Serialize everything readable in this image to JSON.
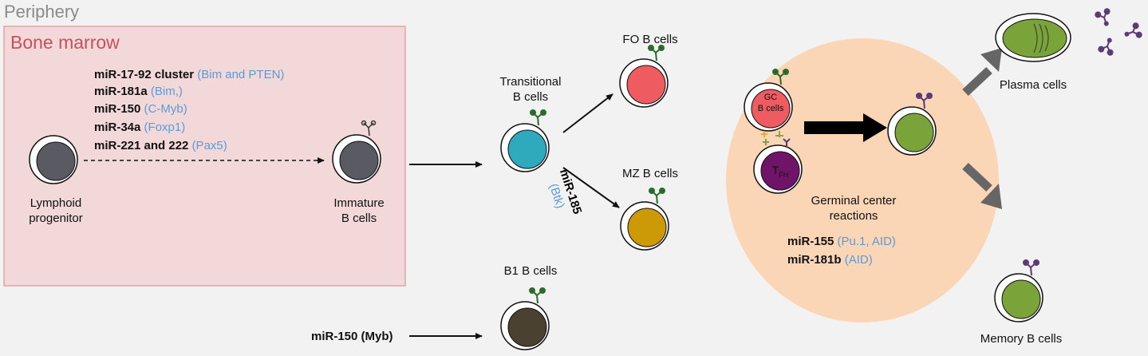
{
  "regions": {
    "periphery": "Periphery",
    "bone_marrow": "Bone marrow"
  },
  "bone_marrow_mirnas": [
    {
      "mirna": "miR-17-92 cluster",
      "target": "(Bim and PTEN)"
    },
    {
      "mirna": "miR-181a",
      "target": "(Bim,)"
    },
    {
      "mirna": "miR-150",
      "target": "(C-Myb)"
    },
    {
      "mirna": "miR-34a",
      "target": "(Foxp1)"
    },
    {
      "mirna": "miR-221 and 222",
      "target": "(Pax5)"
    }
  ],
  "cells": {
    "lymphoid_progenitor": {
      "line1": "Lymphoid",
      "line2": "progenitor",
      "color": "#5a5a62"
    },
    "immature_b": {
      "line1": "Immature",
      "line2": "B cells",
      "color": "#5a5a62"
    },
    "transitional_b": {
      "line1": "Transitional",
      "line2": "B cells",
      "color": "#2fa9bd"
    },
    "fo_b": {
      "label": "FO B cells",
      "color": "#ee5c62"
    },
    "mz_b": {
      "label": "MZ B cells",
      "color": "#cc9a07"
    },
    "b1_b": {
      "label": "B1 B cells",
      "color": "#4b4130"
    },
    "gc_b": {
      "line1": "GC",
      "line2": "B cells",
      "color": "#ee5c62"
    },
    "tfh": {
      "main": "T",
      "sub": "FH",
      "color": "#70146a"
    },
    "activated_b": {
      "color": "#7aa33a"
    },
    "plasma": {
      "label": "Plasma cells",
      "color": "#7aa33a"
    },
    "memory_b": {
      "label": "Memory B cells",
      "color": "#7aa33a"
    }
  },
  "transitional_mirna": {
    "mirna": "miR-185",
    "target": "(Btk)"
  },
  "b1_mirna": {
    "mirna": "miR-150",
    "target": "(Myb)"
  },
  "germinal_center": {
    "line1": "Germinal center",
    "line2": "reactions",
    "mirnas": [
      {
        "mirna": "miR-155",
        "target": "(Pu.1, AID)"
      },
      {
        "mirna": "miR-181b",
        "target": "(AID)"
      }
    ],
    "color": "#fbd6b6"
  },
  "colors": {
    "background": "#f2f2f2",
    "bone_marrow_fill": "#f2d8d9",
    "bone_marrow_border": "#e4a3a4",
    "target_text": "#5b9bd5",
    "receptor": "#2b6b2b",
    "antibody": "#5c3a78"
  }
}
